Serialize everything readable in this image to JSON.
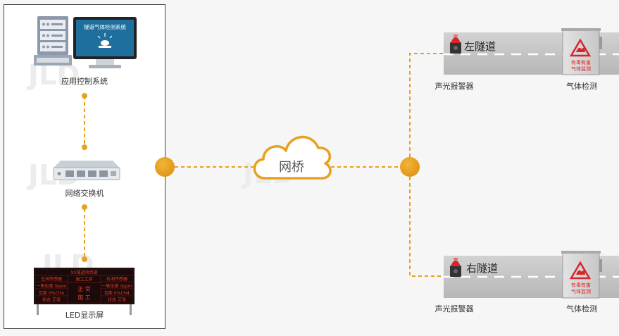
{
  "left_panel": {
    "app_system_label": "应用控制系统",
    "monitor_title": "隧道气体检测系统",
    "switch_label": "网络交换机",
    "led_label": "LED显示屏",
    "led_board": {
      "title": "XX隧道项目部",
      "left_header": "左洞传感器",
      "left_row1": "一氧化碳 0ppm",
      "left_row2": "瓦斯 0%CH4",
      "left_row3": "状态 正常",
      "center_top": "施工工序",
      "center_main_a": "正 常",
      "center_main_b": "施 工",
      "right_header": "右洞传感器",
      "right_row1": "一氧化碳 0ppm",
      "right_row2": "瓦斯 0%CH4",
      "right_row3": "状态 正常"
    }
  },
  "cloud_label": "网桥",
  "tunnels": [
    {
      "name": "左隧道",
      "alarm_label": "声光报警器",
      "gas_label": "气体检测",
      "cabinet_text_1": "有毒有害",
      "cabinet_text_2": "气体监测"
    },
    {
      "name": "右隧道",
      "alarm_label": "声光报警器",
      "gas_label": "气体检测",
      "cabinet_text_1": "有毒有害",
      "cabinet_text_2": "气体监测"
    }
  ],
  "watermark": "JLD",
  "colors": {
    "accent": "#e8a020",
    "road": "#c4c4c4",
    "alarm": "#d6262b",
    "monitor": "#1f6f9e"
  }
}
